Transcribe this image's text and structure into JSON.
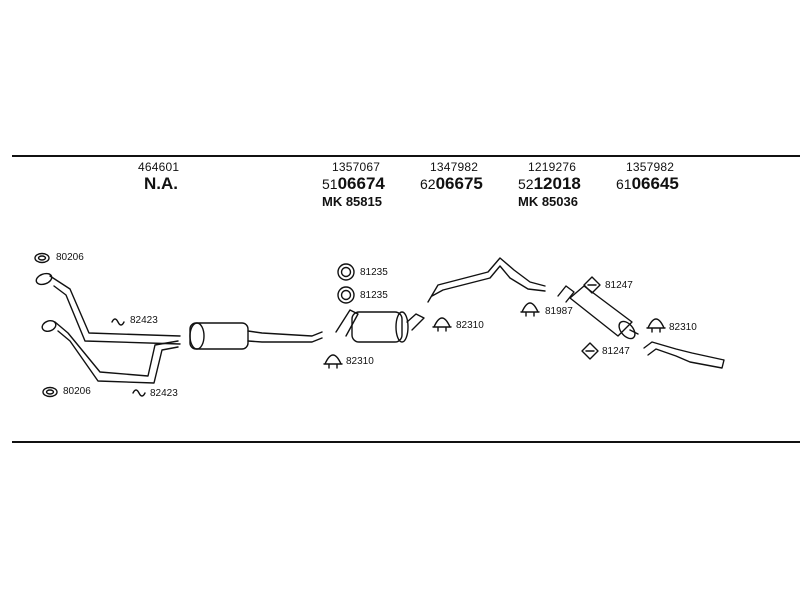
{
  "columns": [
    {
      "small": "464601",
      "big": "N.A.",
      "mk": ""
    },
    {
      "small": "1357067",
      "prefix": "51",
      "big": "06674",
      "mk": "MK 85815"
    },
    {
      "small": "1347982",
      "prefix": "62",
      "big": "06675",
      "mk": ""
    },
    {
      "small": "1219276",
      "prefix": "52",
      "big": "12018",
      "mk": "MK 85036"
    },
    {
      "small": "1357982",
      "prefix": "61",
      "big": "06645",
      "mk": ""
    }
  ],
  "labels": {
    "gasket_top": "80206",
    "gasket_bottom": "80206",
    "hanger_upper": "82423",
    "hanger_lower": "82423",
    "ring_a": "81235",
    "ring_b": "81235",
    "clamp_mid_muffler": "82310",
    "clamp_mid_pipe": "82310",
    "clamp_rear_a": "81987",
    "rubber_top": "81247",
    "rubber_bottom": "81247",
    "clamp_rear_b": "82310"
  },
  "colors": {
    "ink": "#111111",
    "background": "#ffffff"
  }
}
